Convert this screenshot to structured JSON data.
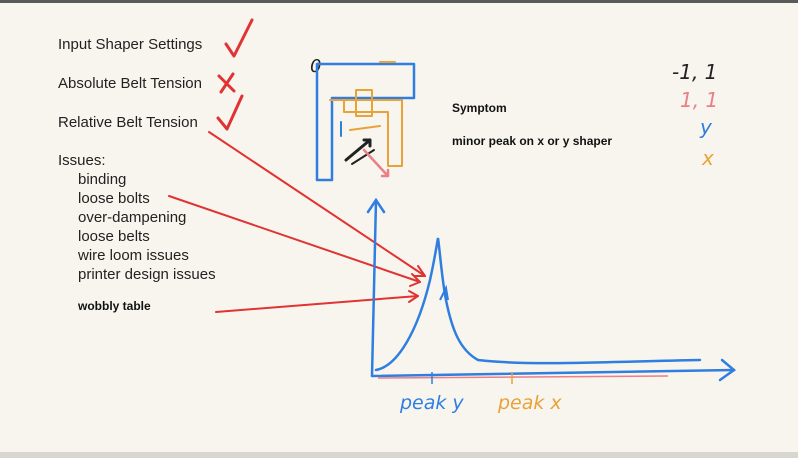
{
  "settings": [
    {
      "label": "Input Shaper Settings",
      "mark": "check"
    },
    {
      "label": "Absolute Belt Tension",
      "mark": "cross"
    },
    {
      "label": "Relative Belt Tension",
      "mark": "check"
    }
  ],
  "issues": {
    "heading": "Issues:",
    "items": [
      "binding",
      "loose bolts",
      "over-dampening",
      "loose belts",
      "wire loom issues",
      "printer design issues"
    ],
    "extra": "wobbly table"
  },
  "symptom": {
    "title": "Symptom",
    "description": "minor peak on x or y shaper"
  },
  "legend": {
    "black": "-1, 1",
    "pink": "1, 1",
    "blue": "y",
    "orange": "x"
  },
  "diagram": {
    "corner_label": "0"
  },
  "graph": {
    "label_y": "peak y",
    "label_x": "peak x"
  },
  "colors": {
    "red": "#e03333",
    "blue": "#2f7ee0",
    "orange": "#e8a23a",
    "pink": "#ea7f86",
    "black": "#222222"
  }
}
